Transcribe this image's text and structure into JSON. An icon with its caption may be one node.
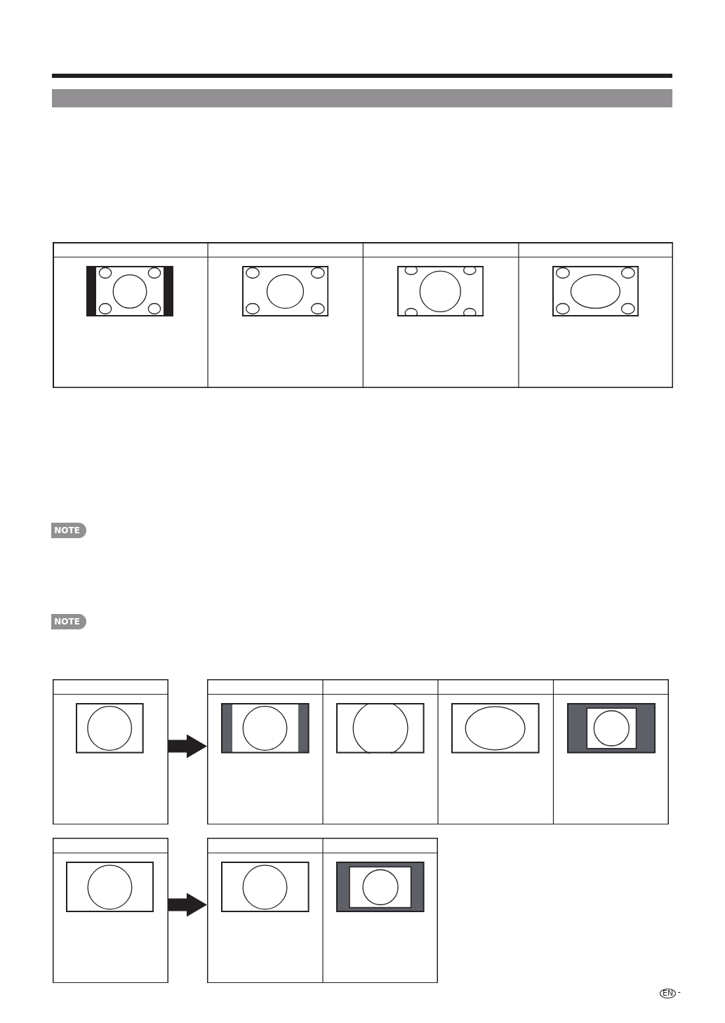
{
  "diagram": {
    "nodes": [
      {
        "text": [],
        "shape": "bar"
      },
      {
        "text": [],
        "shape": "box"
      },
      {
        "text": [],
        "shape": "box"
      },
      {
        "text": [],
        "shape": "box"
      },
      {
        "text": [],
        "shape": "box"
      },
      {
        "text": [],
        "shape": "box"
      }
    ],
    "edges": [
      {
        "from": 2,
        "to": 3,
        "arrow": "to"
      },
      {
        "from": 4,
        "to": 5,
        "arrow": "to"
      }
    ],
    "labels": [
      "NOTE",
      "NOTE",
      "EN",
      "-"
    ]
  }
}
